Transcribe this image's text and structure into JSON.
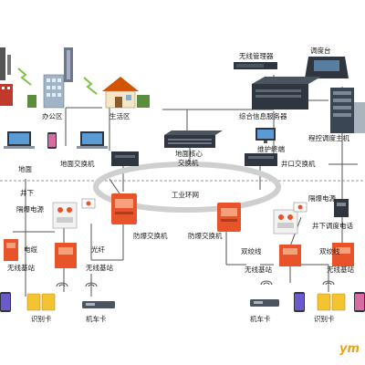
{
  "labels": {
    "office_area": "办公区",
    "living_area": "生活区",
    "wireless_manager": "无线管理器",
    "dispatch_console": "调度台",
    "integrated_server": "综合信息服务器",
    "pbx": "程控调度主机",
    "maintenance_terminal": "维护终端",
    "ground": "地面",
    "ground_switch": "地面交换机",
    "core_switch_line1": "地面核心",
    "core_switch_line2": "交换机",
    "well_switch": "井口交换机",
    "underground": "井下",
    "industrial_ring": "工业环网",
    "explosion_power_left": "隔爆电源",
    "explosion_power_right": "隔爆电源",
    "explosion_switch_left": "防爆交换机",
    "explosion_switch_right": "防爆交换机",
    "cable": "电缆",
    "fiber": "光纤",
    "dual_twisted_left": "双绞线",
    "dual_twisted_right": "双绞线",
    "downhole_phone": "井下调度电话",
    "base_station_1": "无线基站",
    "base_station_2": "无线基站",
    "base_station_3": "无线基站",
    "base_station_4": "无线基站",
    "id_card_left": "识别卡",
    "id_card_right": "识别卡",
    "loco_card_left": "机车卡",
    "loco_card_right": "机车卡",
    "watermark": "ym"
  },
  "colors": {
    "orange": "#e8532a",
    "line": "#555555",
    "ring": "#cfcfcf",
    "signal": "#7dc242",
    "building": "#9fb4c8",
    "device_dark": "#2f3640",
    "yellow_card": "#f4c430"
  }
}
